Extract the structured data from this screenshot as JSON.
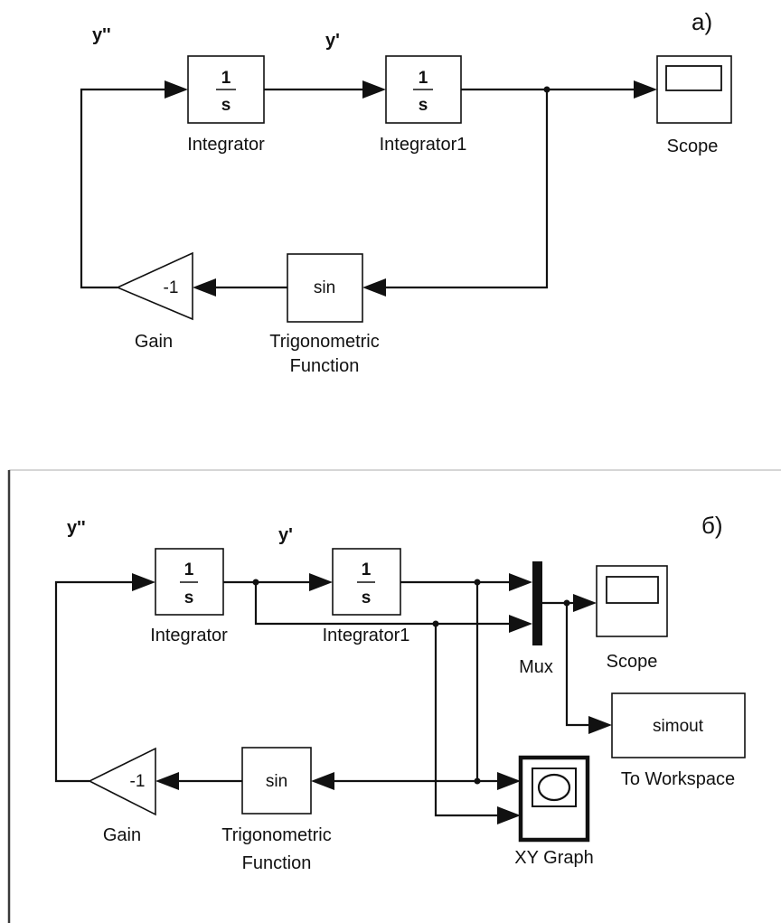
{
  "panel_a": {
    "tag": "а)",
    "signal_y2": "y''",
    "signal_y1": "y'",
    "integrator": {
      "num": "1",
      "den": "s",
      "label": "Integrator"
    },
    "integrator1": {
      "num": "1",
      "den": "s",
      "label": "Integrator1"
    },
    "scope": {
      "label": "Scope"
    },
    "trig": {
      "text": "sin",
      "label_line1": "Trigonometric",
      "label_line2": "Function"
    },
    "gain": {
      "value": "-1",
      "label": "Gain"
    }
  },
  "panel_b": {
    "tag": "б)",
    "signal_y2": "y''",
    "signal_y1": "y'",
    "integrator": {
      "num": "1",
      "den": "s",
      "label": "Integrator"
    },
    "integrator1": {
      "num": "1",
      "den": "s",
      "label": "Integrator1"
    },
    "mux": {
      "label": "Mux"
    },
    "scope": {
      "label": "Scope"
    },
    "to_workspace": {
      "text": "simout",
      "label": "To Workspace"
    },
    "xy_graph": {
      "label": "XY Graph"
    },
    "trig": {
      "text": "sin",
      "label_line1": "Trigonometric",
      "label_line2": "Function"
    },
    "gain": {
      "value": "-1",
      "label": "Gain"
    }
  }
}
